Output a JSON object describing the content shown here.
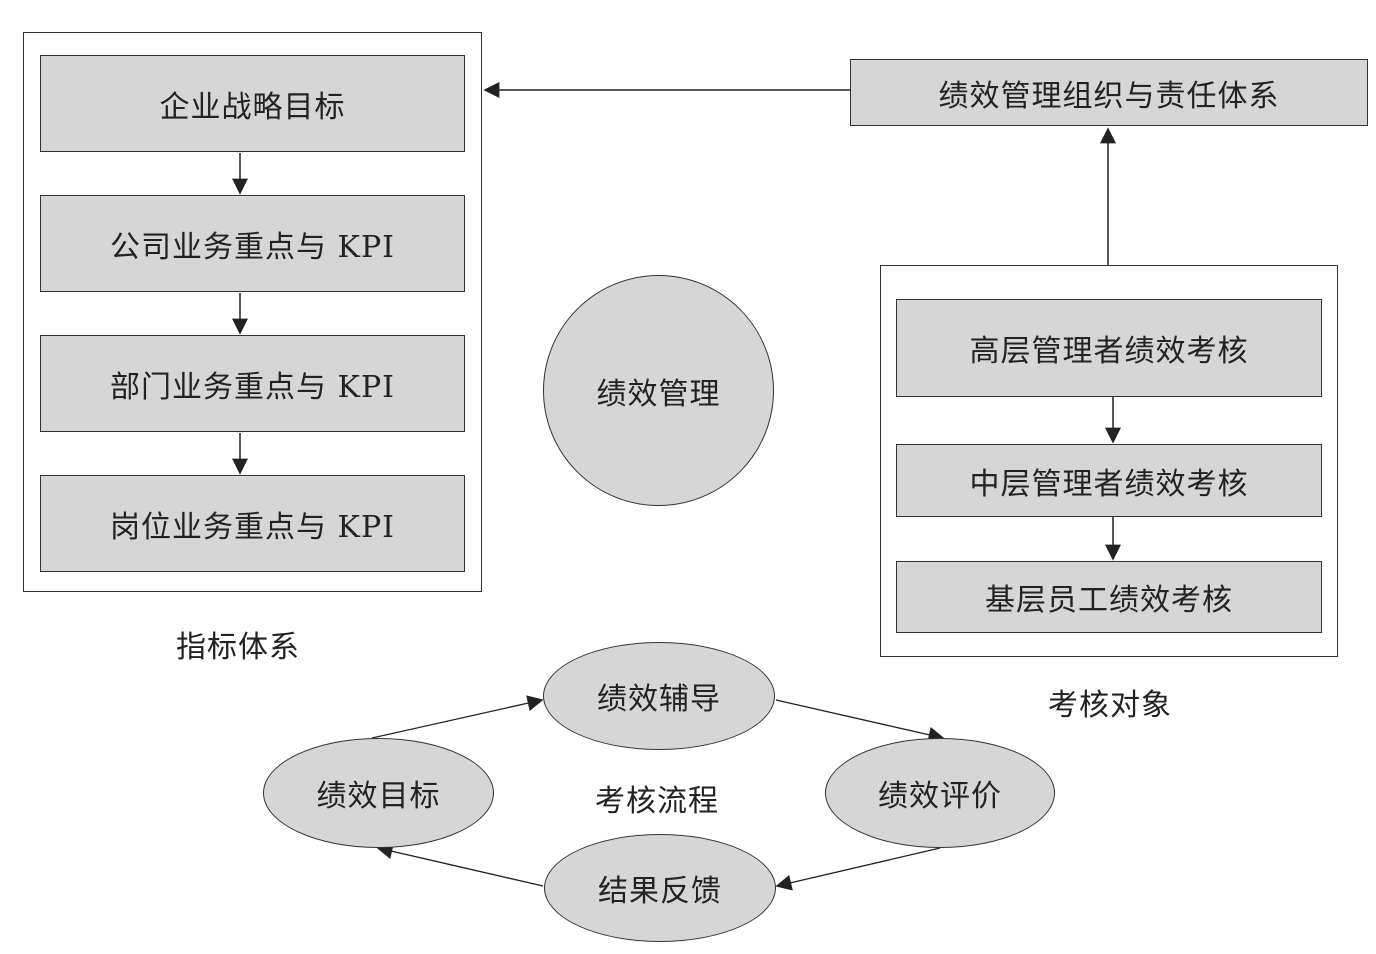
{
  "indicator_system": {
    "caption": "指标体系",
    "boxes": [
      "企业战略目标",
      "公司业务重点与 KPI",
      "部门业务重点与 KPI",
      "岗位业务重点与 KPI"
    ]
  },
  "center": {
    "label": "绩效管理"
  },
  "org": {
    "label": "绩效管理组织与责任体系"
  },
  "assessment_targets": {
    "caption": "考核对象",
    "boxes": [
      "高层管理者绩效考核",
      "中层管理者绩效考核",
      "基层员工绩效考核"
    ]
  },
  "process": {
    "caption": "考核流程",
    "nodes": {
      "coaching": "绩效辅导",
      "goal": "绩效目标",
      "evaluation": "绩效评价",
      "feedback": "结果反馈"
    }
  }
}
